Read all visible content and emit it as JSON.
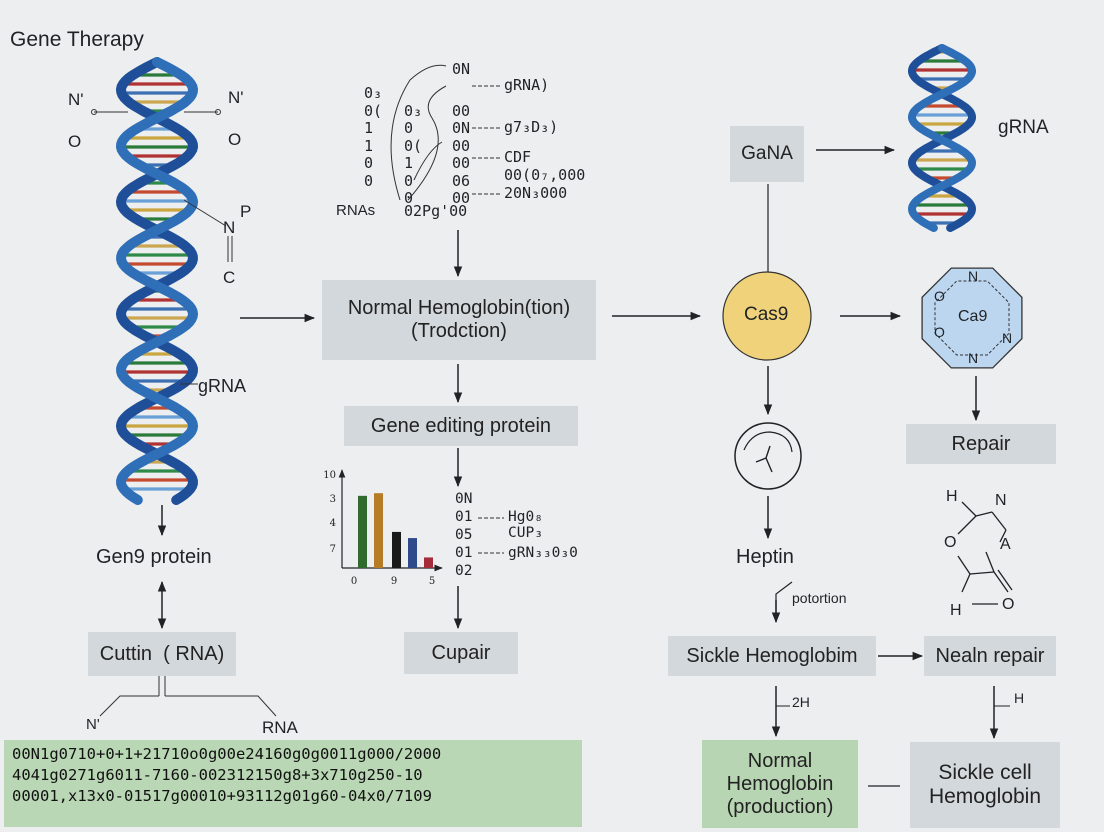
{
  "title": "Gene Therapy",
  "left": {
    "top_left_marks": [
      "N'",
      "O"
    ],
    "top_right_marks": [
      "N'",
      "O"
    ],
    "mid_marks": [
      "P",
      "N",
      "C"
    ],
    "grna_label": "gRNA",
    "gen9_protein": "Gen9 protein",
    "cuttin_box": "Cuttin  ( RNA)",
    "branch_left": "N'",
    "branch_right": "RNA",
    "code_lines": [
      "00N1g0710+0+1+21710o0g00e24160g0g0011g000/2000",
      "4041g0271g6011-7160-002312150g8+3x710g250-10",
      "00001,x13x0-01517g00010+93112g01g60-04x0/7109"
    ]
  },
  "middle": {
    "matrix_rows": [
      [
        "0₃",
        "",
        ""
      ],
      [
        "0(",
        "0₃",
        "00"
      ],
      [
        "1",
        "0",
        "0N"
      ],
      [
        "1",
        "0(",
        "00"
      ],
      [
        "0",
        "1",
        "00"
      ],
      [
        "0",
        "0",
        "06"
      ],
      [
        "",
        "0",
        "00"
      ]
    ],
    "matrix_top": "0N",
    "matrix_bottom": [
      "RNAs",
      "02Pg'00"
    ],
    "matrix_labels": [
      "gRNA)",
      "g7₃D₃)",
      "CDF",
      "00(0₇,000",
      "20N₃000"
    ],
    "normal_box": [
      "Normal Hemoglobin(tion)",
      "(Trodction)"
    ],
    "gene_editing_box": "Gene editing protein",
    "mini_chart_codes": [
      "0N",
      "01",
      "05",
      "01",
      "02"
    ],
    "mini_chart_labels": [
      "Hg0₈",
      "CUP₃",
      "gRN₃₃0₃0"
    ],
    "cupair_box": "Cupair"
  },
  "chart_data": {
    "type": "bar",
    "y_tick_labels": [
      "10",
      "3",
      "4",
      "7"
    ],
    "x_tick_labels": [
      "0",
      "9",
      "5"
    ],
    "values": [
      8.2,
      8.5,
      4.1,
      3.4,
      1.2
    ],
    "colors": [
      "#2e6b2c",
      "#b77a26",
      "#1a1a1a",
      "#2e4a8a",
      "#a52a3a"
    ],
    "ylim": [
      0,
      10
    ]
  },
  "right": {
    "gana_box": "GaNA",
    "grna_label": "gRNA",
    "cas9_circle": "Cas9",
    "ca9_octagon": "Ca9",
    "octagon_marks": [
      "N",
      "O",
      "O",
      "N",
      "N"
    ],
    "repair_box": "Repair",
    "heptin_label": "Heptin",
    "potortion_label": "potortion",
    "molecule_marks": [
      "H",
      "N",
      "O",
      "A",
      "H",
      "O"
    ],
    "sickle_box": "Sickle Hemoglobim",
    "nealn_box": "Nealn repair",
    "label_2h": "2H",
    "label_h": "H",
    "normal_production_box": [
      "Normal",
      "Hemoglobin",
      "(production)"
    ],
    "sickle_cell_box": [
      "Sickle cell",
      "Hemoglobin"
    ]
  },
  "colors": {
    "helix_blue": "#2f6fb8",
    "helix_dark": "#1f4f99",
    "box_gray": "#d3d8dc",
    "box_green": "#b7d5b2",
    "cas9_yellow": "#f0d27a",
    "octagon_blue": "#bcd6f0"
  }
}
